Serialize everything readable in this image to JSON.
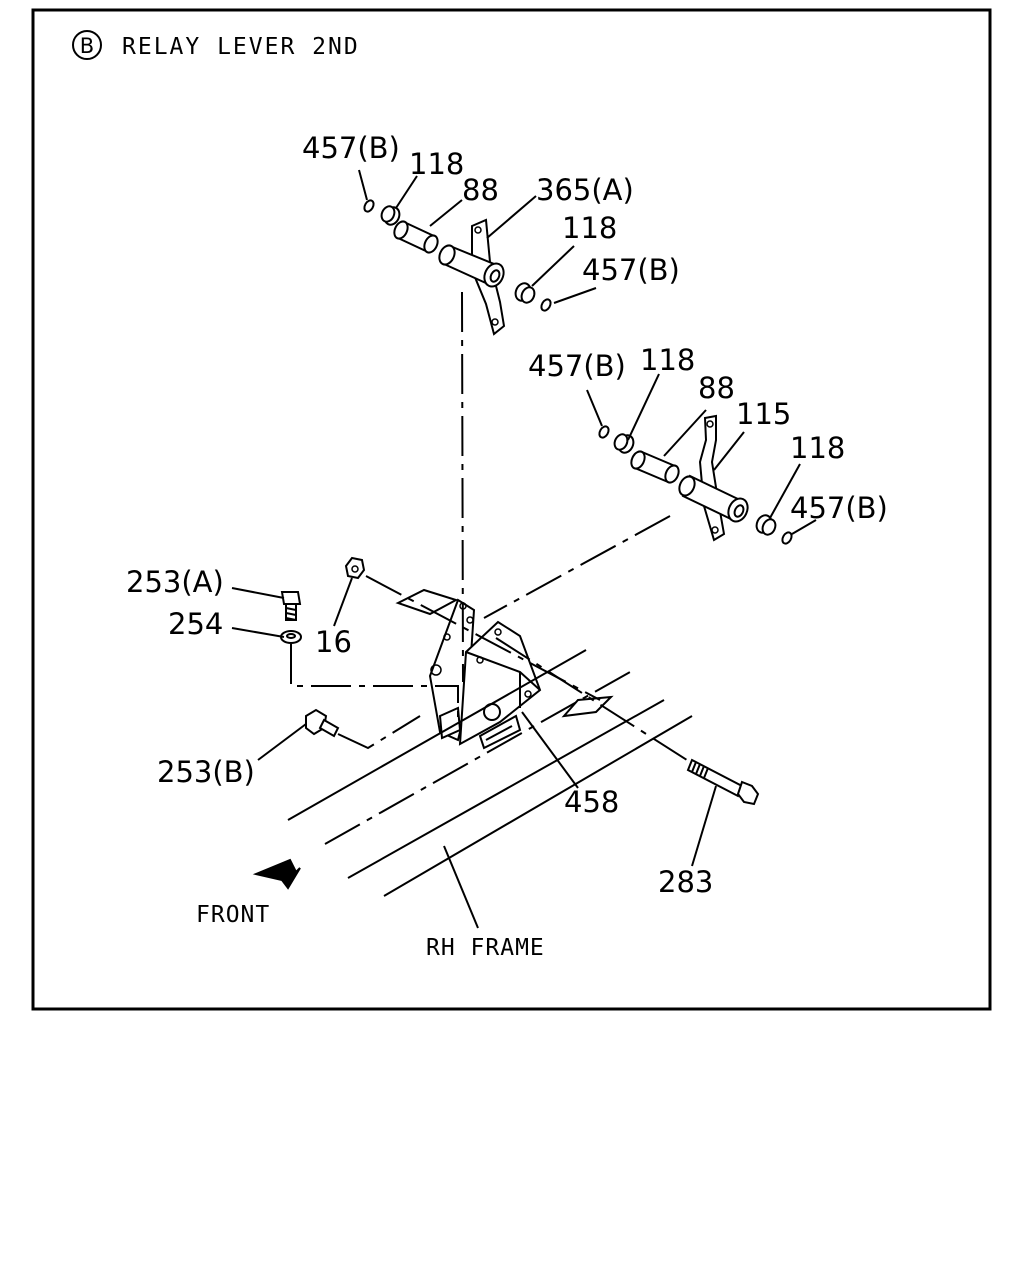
{
  "title": {
    "badge": "B",
    "text": "RELAY LEVER 2ND"
  },
  "labels": {
    "l457b_1": "457(B)",
    "l118_1": "118",
    "l88_1": "88",
    "l365a": "365(A)",
    "l118_2": "118",
    "l457b_2": "457(B)",
    "l457b_3": "457(B)",
    "l118_3": "118",
    "l88_2": "88",
    "l115": "115",
    "l118_4": "118",
    "l457b_4": "457(B)",
    "l253a": "253(A)",
    "l254": "254",
    "l16": "16",
    "l253b": "253(B)",
    "l458": "458",
    "l283": "283"
  },
  "captions": {
    "front": "FRONT",
    "rh_frame": "RH FRAME"
  },
  "icons": {
    "front_arrow": "front-direction-arrow-icon"
  }
}
